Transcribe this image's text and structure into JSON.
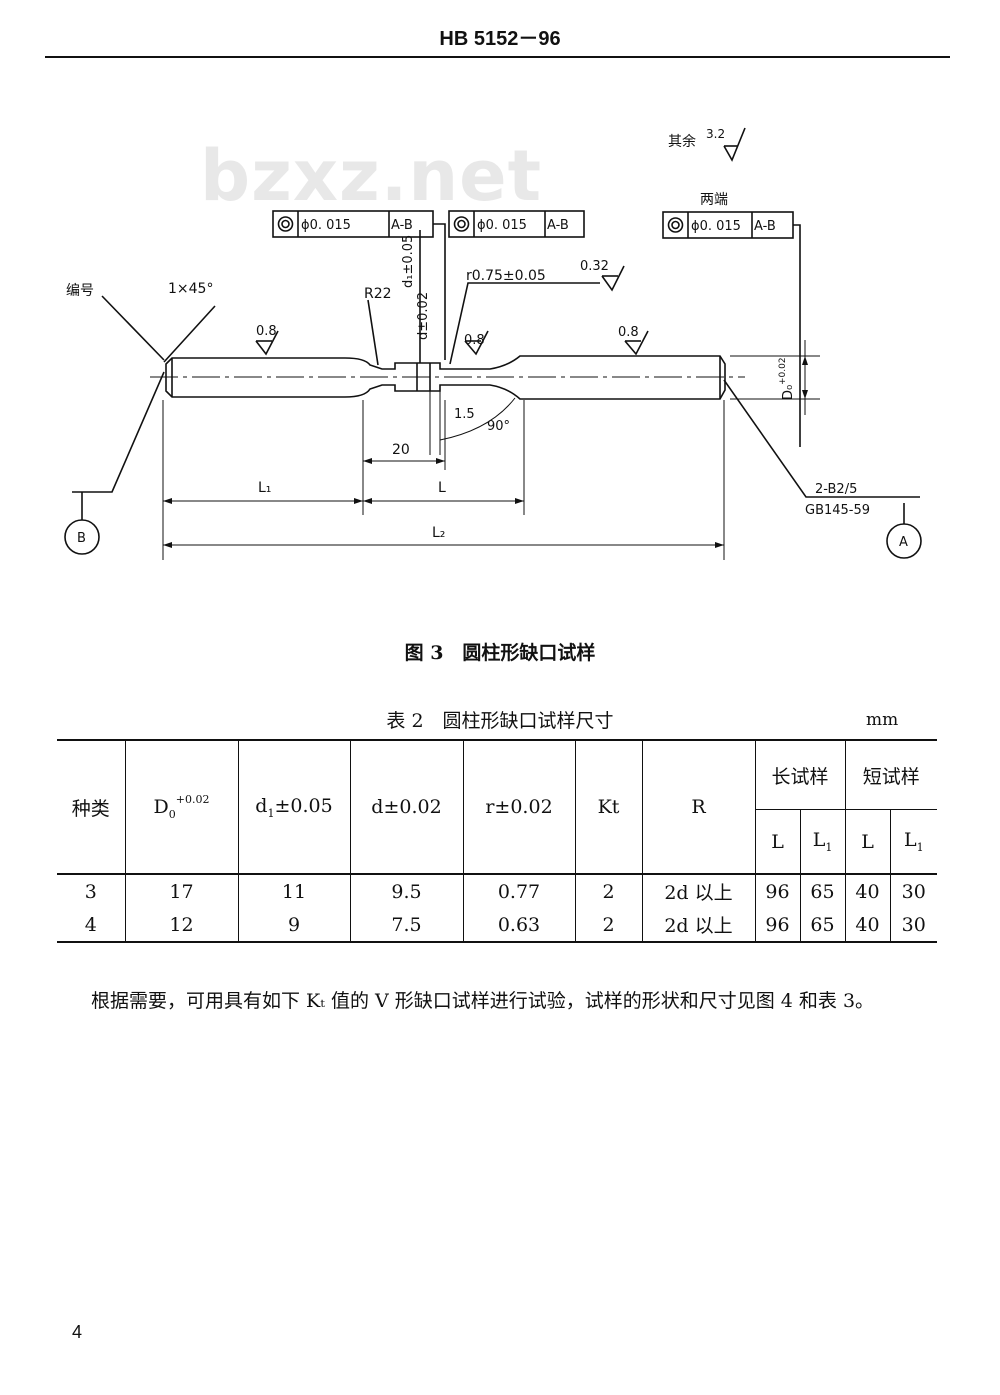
{
  "header": {
    "code": "HB 5152－96"
  },
  "watermark": "bzxz.net",
  "figure": {
    "caption": "图 3　圆柱形缺口试样",
    "labels": {
      "remaining_roughness_text": "其余",
      "remaining_roughness_value": "3.2",
      "both_ends": "两端",
      "tolerance_text": "ϕ0. 015",
      "datum_ref": "A-B",
      "serial": "编号",
      "chamfer": "1×45°",
      "radius_r22": "R22",
      "d1_tol": "d₁±0.05",
      "d_tol": "d±0.02",
      "r_tol": "r0.75±0.05",
      "roughness_032": "0.32",
      "roughness_08": "0.8",
      "d0_label": "D₀",
      "d0_tol": "+0.02",
      "dim_15": "1.5",
      "angle_90": "90°",
      "dim_20": "20",
      "dim_L1": "L₁",
      "dim_L": "L",
      "dim_L2": "L₂",
      "center_hole": "2-B2/5",
      "standard": "GB145-59",
      "datum_A": "A",
      "datum_B": "B"
    }
  },
  "table": {
    "caption": "表 2　圆柱形缺口试样尺寸",
    "unit": "mm",
    "headers": {
      "kind": "种类",
      "d0": "D",
      "d0_sub": "0",
      "d0_sup": "+0.02",
      "d1_base": "d",
      "d1_sub": "1",
      "d1_tol": "±0.05",
      "d": "d±0.02",
      "r": "r±0.02",
      "kt": "Kt",
      "R": "R",
      "long": "长试样",
      "short": "短试样",
      "L": "L",
      "L1_base": "L",
      "L1_sub": "1"
    },
    "rows": [
      {
        "kind": "3",
        "D0": "17",
        "d1": "11",
        "d": "9.5",
        "r": "0.77",
        "Kt": "2",
        "R": "2d 以上",
        "long_L": "96",
        "long_L1": "65",
        "short_L": "40",
        "short_L1": "30"
      },
      {
        "kind": "4",
        "D0": "12",
        "d1": "9",
        "d": "7.5",
        "r": "0.63",
        "Kt": "2",
        "R": "2d 以上",
        "long_L": "96",
        "long_L1": "65",
        "short_L": "40",
        "short_L1": "30"
      }
    ]
  },
  "paragraph": "根据需要，可用具有如下 Kₜ 值的 V 形缺口试样进行试验，试样的形状和尺寸见图 4 和表 3。",
  "page_number": "4"
}
